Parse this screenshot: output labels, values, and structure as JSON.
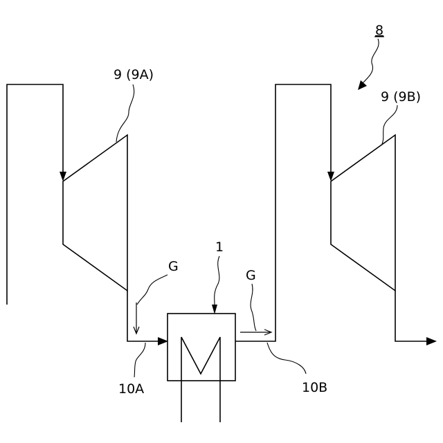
{
  "labels": {
    "assembly": "8",
    "turbine_a": "9 (9A)",
    "turbine_b": "9 (9B)",
    "flow_left": "G",
    "flow_right": "G",
    "exchanger": "1",
    "duct_a": "10A",
    "duct_b": "10B"
  },
  "colors": {
    "line": "#000000",
    "background": "#ffffff"
  }
}
